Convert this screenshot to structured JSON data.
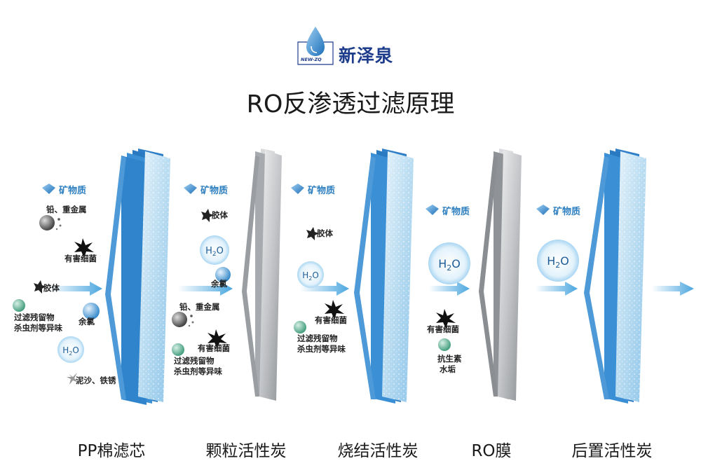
{
  "brand": {
    "name": "新泽泉",
    "sub": "NEW-ZQ"
  },
  "title": "RO反渗透过滤原理",
  "stages": [
    "PP棉滤芯",
    "颗粒活性炭",
    "烧结活性炭",
    "RO膜",
    "后置活性炭"
  ],
  "colors": {
    "blue_filter": "#3a8fd6",
    "grey_filter": "#b5b8bc",
    "arrow": "#5aaee0",
    "mineral": "#2d7fc0",
    "title": "#1a1a1a"
  },
  "labels": {
    "mineral": "矿物质",
    "lead": "铅、重金属",
    "bacteria": "有害细菌",
    "colloid": "胶体",
    "residue": "过滤残留物",
    "pesticide": "杀虫剂等异味",
    "chlorine": "余氯",
    "sand": "泥沙、铁锈",
    "antibiotic": "抗生素",
    "scale": "水垢",
    "h2o": "H2O"
  }
}
